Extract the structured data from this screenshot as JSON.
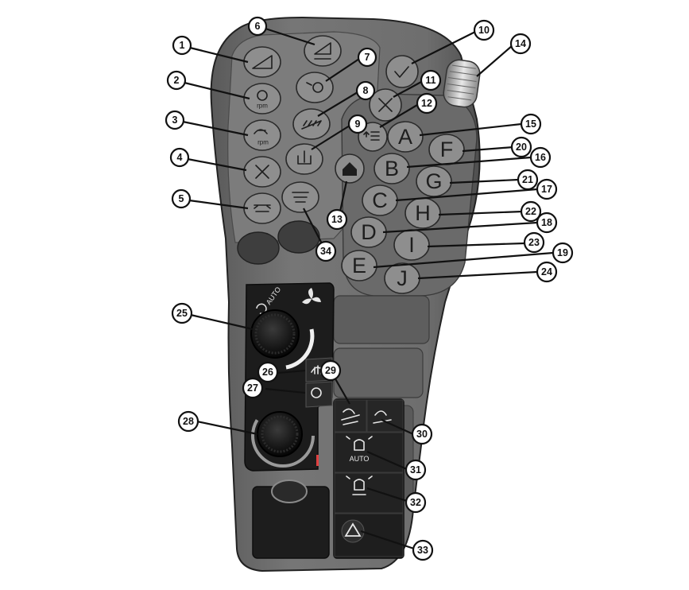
{
  "figure": {
    "letter_buttons": [
      "A",
      "B",
      "C",
      "D",
      "E",
      "F",
      "G",
      "H",
      "I",
      "J"
    ],
    "icon_texts": {
      "rpm_label": "rpm",
      "rpm_label_small": "rpm",
      "auto_label": "AUTO",
      "auto_light_label": "AUTO"
    },
    "callouts": [
      "1",
      "2",
      "3",
      "4",
      "5",
      "6",
      "7",
      "8",
      "9",
      "10",
      "11",
      "12",
      "13",
      "14",
      "15",
      "16",
      "17",
      "18",
      "19",
      "20",
      "21",
      "22",
      "23",
      "24",
      "25",
      "26",
      "27",
      "28",
      "29",
      "30",
      "31",
      "32",
      "33",
      "34"
    ],
    "colors": {
      "body": "#6f6f6f",
      "body_dark": "#3c3c3c",
      "button": "#8e8e8e",
      "panel_black": "#1c1c1c",
      "callout_fill": "#ffffff"
    }
  }
}
